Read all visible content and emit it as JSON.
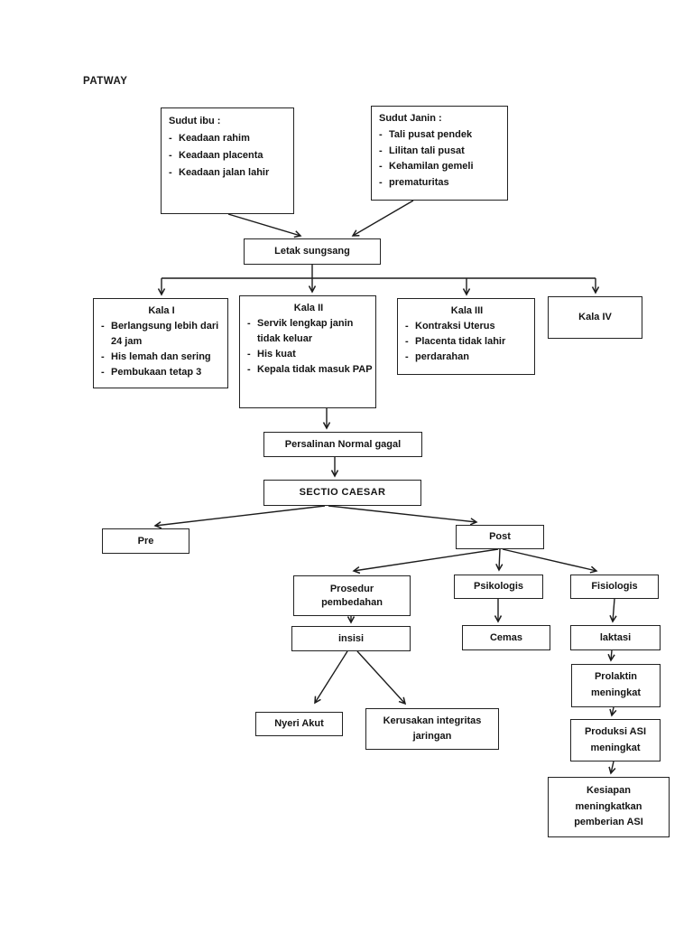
{
  "page_title": "PATWAY",
  "nodes": {
    "sudut_ibu": {
      "title": "Sudut ibu :",
      "items": [
        "Keadaan rahim",
        "Keadaan placenta",
        "Keadaan jalan lahir"
      ]
    },
    "sudut_janin": {
      "title": "Sudut Janin :",
      "items": [
        "Tali pusat pendek",
        "Lilitan tali pusat",
        "Kehamilan gemeli",
        "prematuritas"
      ]
    },
    "letak_sungsang": {
      "label": "Letak sungsang"
    },
    "kala_1": {
      "title": "Kala I",
      "items": [
        "Berlangsung lebih dari 24 jam",
        "His lemah dan sering",
        "Pembukaan tetap 3"
      ]
    },
    "kala_2": {
      "title": "Kala II",
      "items": [
        "Servik lengkap janin tidak keluar",
        "His kuat",
        "Kepala tidak masuk PAP"
      ]
    },
    "kala_3": {
      "title": "Kala III",
      "items": [
        "Kontraksi Uterus",
        "Placenta tidak lahir",
        "perdarahan"
      ]
    },
    "kala_4": {
      "title": "Kala IV"
    },
    "persalinan_normal_gagal": {
      "label": "Persalinan Normal gagal"
    },
    "sectio_caesar": {
      "label": "SECTIO CAESAR"
    },
    "pre": {
      "label": "Pre"
    },
    "post": {
      "label": "Post"
    },
    "prosedur_pembedahan": {
      "label": "Prosedur pembedahan"
    },
    "psikologis": {
      "label": "Psikologis"
    },
    "fisiologis": {
      "label": "Fisiologis"
    },
    "insisi": {
      "label": "insisi"
    },
    "cemas": {
      "label": "Cemas"
    },
    "laktasi": {
      "label": "laktasi"
    },
    "nyeri_akut": {
      "label": "Nyeri Akut"
    },
    "kerusakan_integritas": {
      "label": "Kerusakan integritas jaringan"
    },
    "prolaktin_meningkat": {
      "label": "Prolaktin meningkat"
    },
    "produksi_asi_meningkat": {
      "label": "Produksi ASI meningkat"
    },
    "kesiapan_asi": {
      "label": "Kesiapan meningkatkan pemberian ASI"
    }
  },
  "edges": [
    {
      "from": "sudut_ibu",
      "to": "letak_sungsang"
    },
    {
      "from": "sudut_janin",
      "to": "letak_sungsang"
    },
    {
      "from": "letak_sungsang",
      "to": "kala_1"
    },
    {
      "from": "letak_sungsang",
      "to": "kala_2"
    },
    {
      "from": "letak_sungsang",
      "to": "kala_3"
    },
    {
      "from": "letak_sungsang",
      "to": "kala_4"
    },
    {
      "from": "kala_2",
      "to": "persalinan_normal_gagal"
    },
    {
      "from": "persalinan_normal_gagal",
      "to": "sectio_caesar"
    },
    {
      "from": "sectio_caesar",
      "to": "pre"
    },
    {
      "from": "sectio_caesar",
      "to": "post"
    },
    {
      "from": "post",
      "to": "prosedur_pembedahan"
    },
    {
      "from": "post",
      "to": "psikologis"
    },
    {
      "from": "post",
      "to": "fisiologis"
    },
    {
      "from": "prosedur_pembedahan",
      "to": "insisi"
    },
    {
      "from": "psikologis",
      "to": "cemas"
    },
    {
      "from": "fisiologis",
      "to": "laktasi"
    },
    {
      "from": "insisi",
      "to": "nyeri_akut"
    },
    {
      "from": "insisi",
      "to": "kerusakan_integritas"
    },
    {
      "from": "laktasi",
      "to": "prolaktin_meningkat"
    },
    {
      "from": "prolaktin_meningkat",
      "to": "produksi_asi_meningkat"
    },
    {
      "from": "produksi_asi_meningkat",
      "to": "kesiapan_asi"
    }
  ]
}
